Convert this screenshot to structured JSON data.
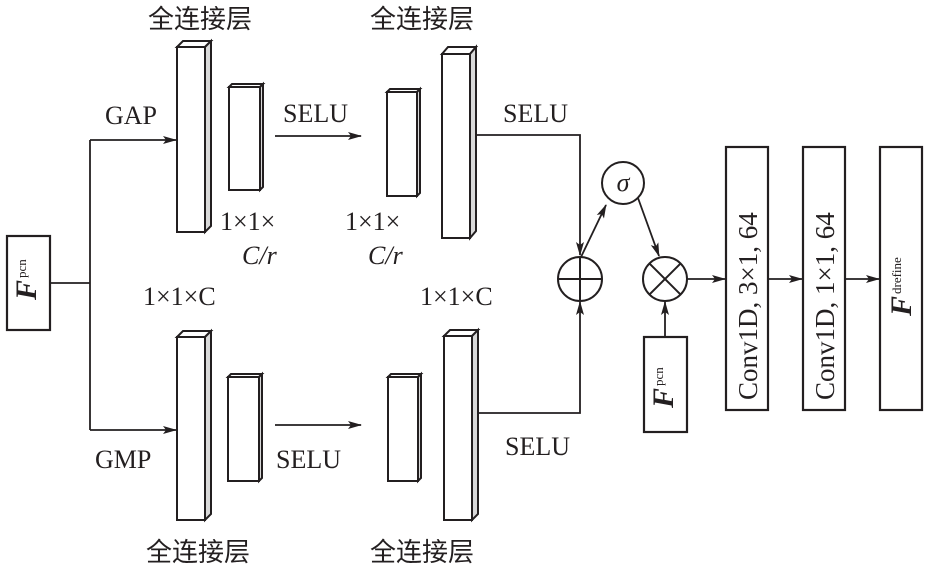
{
  "diagram": {
    "type": "attention-module-flow",
    "colors": {
      "stroke": "#231f20",
      "bar_side": "#d9d9d9",
      "background": "#ffffff"
    },
    "input": {
      "symbol": "F",
      "subscript": "pcn"
    },
    "branches": {
      "top": {
        "pool_label": "GAP",
        "fc1_label": "全连接层",
        "fc2_label": "全连接层",
        "act1_label": "SELU",
        "act2_label": "SELU",
        "dim_reduced_line1": "1×1×",
        "dim_reduced_line2": "C/r",
        "dim_reduced2_line1": "1×1×",
        "dim_reduced2_line2": "C/r"
      },
      "bottom": {
        "pool_label": "GMP",
        "fc1_label": "全连接层",
        "fc2_label": "全连接层",
        "act1_label": "SELU",
        "act2_label": "SELU",
        "dim_full_left": "1×1×C",
        "dim_full_right": "1×1×C"
      }
    },
    "operators": {
      "add": "⊕",
      "sigmoid": "σ",
      "multiply": "⊗"
    },
    "skip_input": {
      "symbol": "F",
      "subscript": "pcn"
    },
    "conv_blocks": [
      {
        "label": "Conv1D, 3×1, 64"
      },
      {
        "label": "Conv1D, 1×1, 64"
      }
    ],
    "output": {
      "symbol": "F",
      "subscript": "drefine"
    }
  }
}
